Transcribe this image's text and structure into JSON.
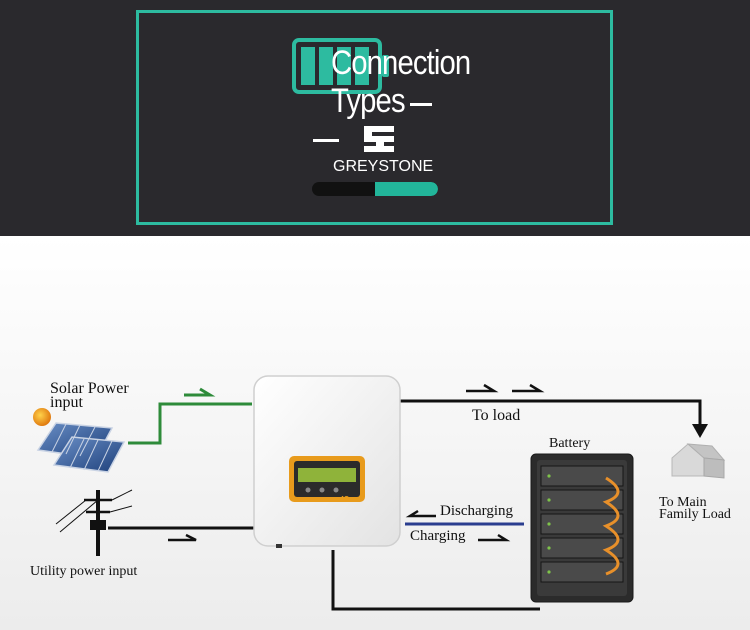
{
  "banner": {
    "title_line1": "Connection",
    "title_line2": "Types",
    "brand": "GREYSTONE",
    "progress": 0.5,
    "colors": {
      "background": "#2a292d",
      "accent": "#2dbba0"
    },
    "battery_icon": "battery-icon",
    "logo_icon": "greystone-logo-icon"
  },
  "diagram": {
    "solar_label_line1": "Solar Power",
    "solar_label_line2": "input",
    "utility_label": "Utility power input",
    "to_load_label": "To load",
    "battery_label": "Battery",
    "discharging_label": "Discharging",
    "charging_label": "Charging",
    "main_load_line1": "To Main",
    "main_load_line2": "Family Load",
    "inverter_badge": "4G",
    "colors": {
      "solar_wire": "#2e8b3a",
      "wire": "#111111",
      "discharge_line": "#2a3d8f",
      "screen": "#8fb33a",
      "bezel": "#e89b1c"
    }
  }
}
